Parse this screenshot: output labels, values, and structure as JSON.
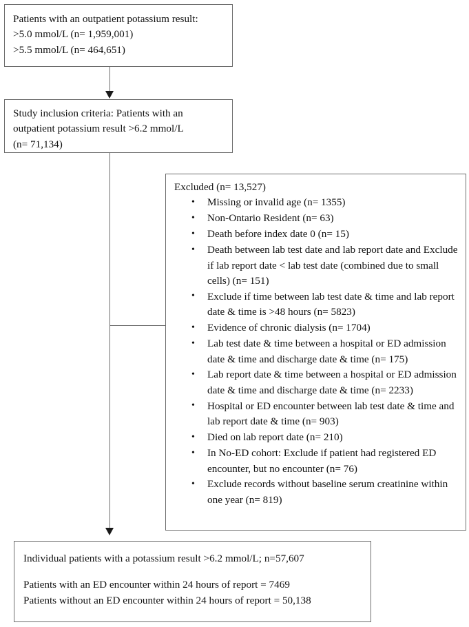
{
  "diagram": {
    "title": "Patient cohort selection flow diagram",
    "colors": {
      "box_border": "#6b6b6b",
      "connector": "#6b6b6b",
      "arrowhead": "#1a1a1a",
      "background": "#ffffff",
      "text": "#111111"
    }
  },
  "source_box": {
    "lines": [
      "Patients with an outpatient potassium result:",
      ">5.0 mmol/L (n= 1,959,001)",
      ">5.5 mmol/L (n= 464,651)"
    ],
    "line1": "Patients with an outpatient potassium result:",
    "line2": ">5.0 mmol/L (n= 1,959,001)",
    "line3": ">5.5 mmol/L (n= 464,651)"
  },
  "inclusion_box": {
    "line1": "Study inclusion criteria: Patients with an",
    "line2": "outpatient potassium result >6.2 mmol/L",
    "line3": "(n= 71,134)"
  },
  "excluded_box": {
    "header": "Excluded (n= 13,527)",
    "total_excluded": "13,527",
    "items": [
      "Missing or invalid age (n= 1355)",
      "Non-Ontario Resident (n= 63)",
      "Death before index date 0 (n= 15)",
      "Death between lab test date and lab report date and Exclude if lab report date < lab test date (combined due to small cells) (n= 151)",
      "Exclude if time between lab test date & time and lab report date & time is >48 hours (n= 5823)",
      "Evidence of chronic dialysis (n= 1704)",
      "Lab test date & time between a hospital or ED admission date & time and discharge date & time (n= 175)",
      "Lab report date & time between a hospital or ED admission date & time and discharge date & time (n= 2233)",
      "Hospital or ED encounter between lab test date & time and lab report date & time (n= 903)",
      "Died on lab report date (n= 210)",
      "In No-ED cohort: Exclude if patient had registered ED encounter, but no encounter (n= 76)",
      "Exclude records without baseline serum creatinine within one year (n= 819)"
    ]
  },
  "final_box": {
    "line1": "Individual patients with a potassium result >6.2 mmol/L; n=57,607",
    "line2": "Patients with an ED encounter within 24 hours of report = 7469",
    "line3": "Patients without an ED encounter within 24 hours of report = 50,138"
  }
}
